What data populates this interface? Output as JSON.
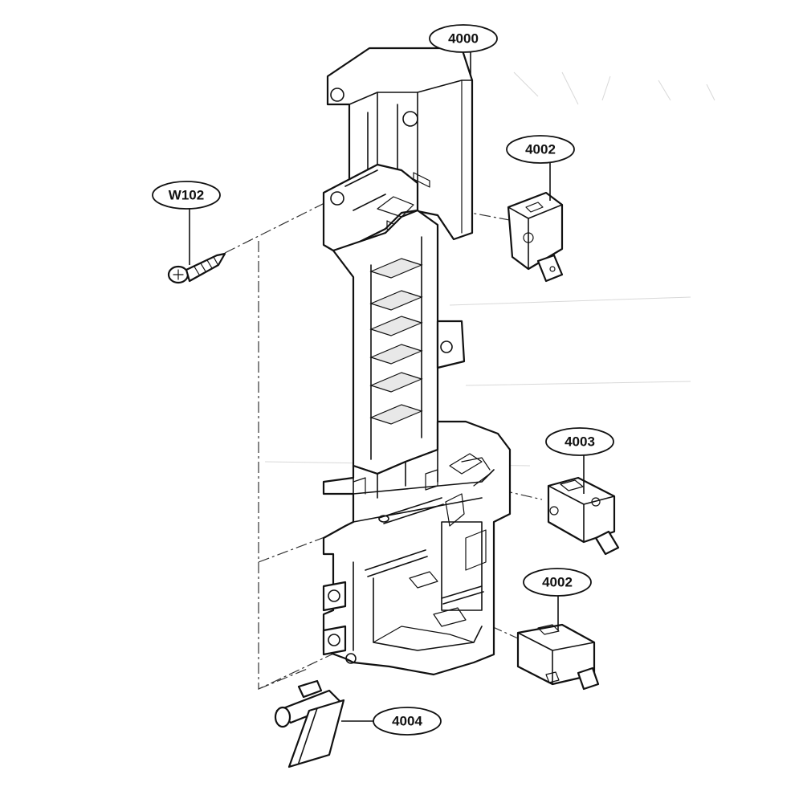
{
  "callouts": {
    "c4000": "4000",
    "c4002_top": "4002",
    "cW102": "W102",
    "c4003": "4003",
    "c4002_bottom": "4002",
    "c4004": "4004"
  },
  "colors": {
    "line": "#111111",
    "background": "#ffffff",
    "shade": "#e8e8e8"
  }
}
